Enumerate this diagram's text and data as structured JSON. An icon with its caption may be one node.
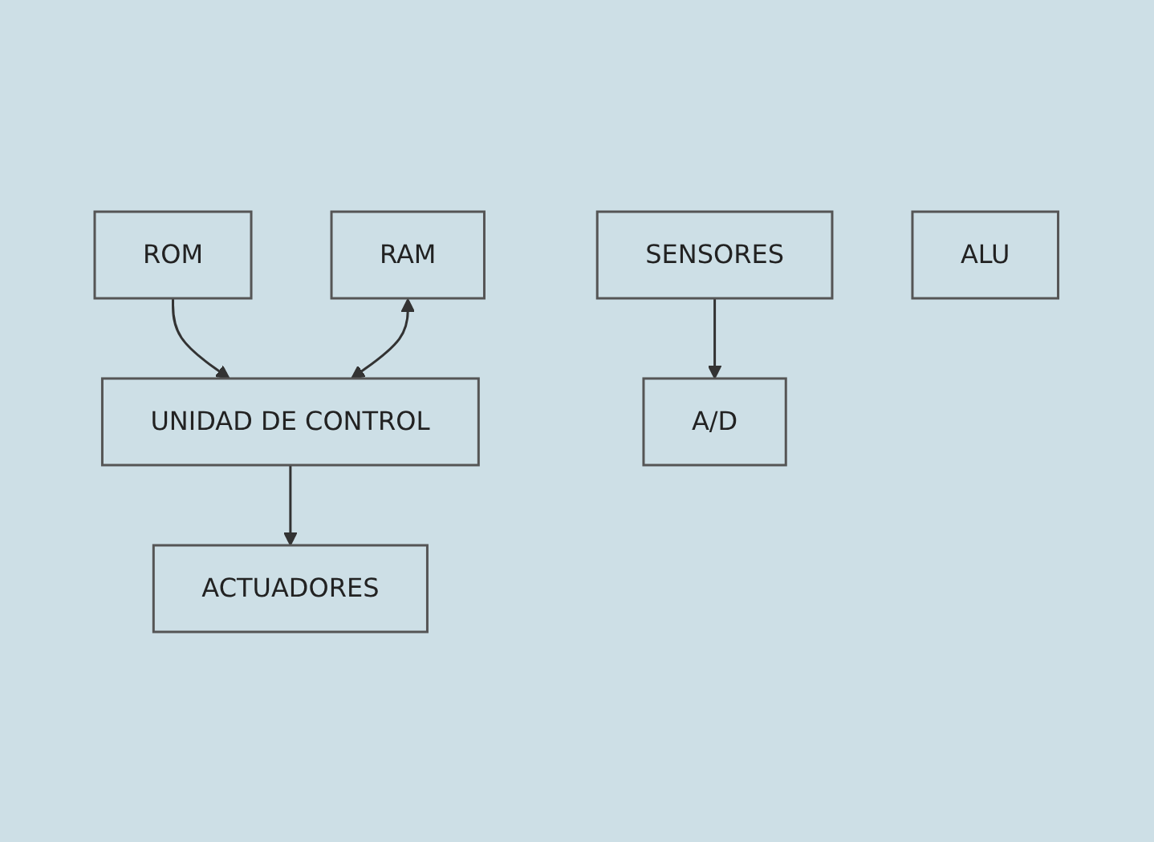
{
  "diagram": {
    "nodes": [
      {
        "text": [
          "RAM"
        ]
      },
      {
        "text": [
          "ROM"
        ]
      },
      {
        "text": [
          "UNIDAD DE CONTROL"
        ]
      },
      {
        "text": [
          "ACTUADORES"
        ]
      },
      {
        "text": [
          "SENSORES"
        ]
      },
      {
        "text": [
          "A/D"
        ]
      },
      {
        "text": [
          "ALU"
        ]
      }
    ],
    "edges": [
      {
        "from": 1,
        "to": 2,
        "arrow": "to"
      },
      {
        "from": 0,
        "to": 2,
        "arrow": "both"
      },
      {
        "from": 2,
        "to": 3,
        "arrow": "to"
      },
      {
        "from": 4,
        "to": 5,
        "arrow": "to"
      }
    ]
  }
}
